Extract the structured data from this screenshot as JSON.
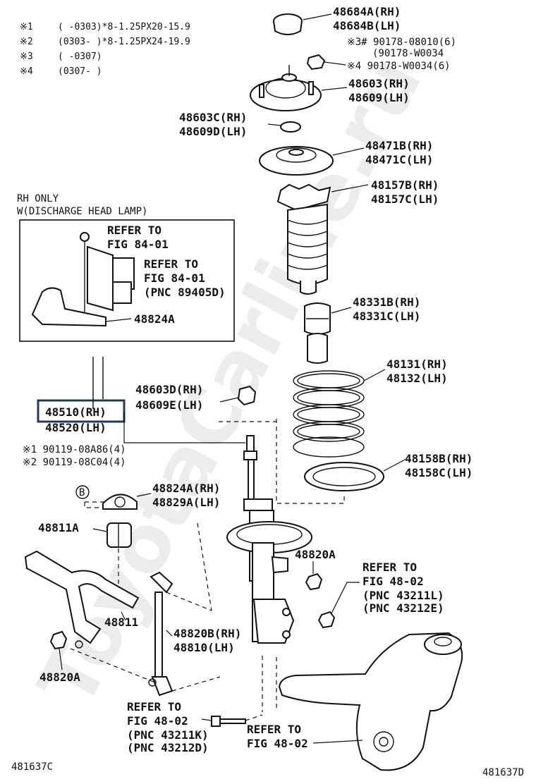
{
  "notes": [
    {
      "mark": "※1",
      "text": "(    -0303)*8-1.25PX20-15.9"
    },
    {
      "mark": "※2",
      "text": "(0303-    )*8-1.25PX24-19.9"
    },
    {
      "mark": "※3",
      "text": "(    -0307)"
    },
    {
      "mark": "※4",
      "text": "(0307-    )"
    }
  ],
  "inset": {
    "title1": "RH ONLY",
    "title2": "W(DISCHARGE HEAD LAMP)"
  },
  "parts": {
    "p48684A": "48684A(RH)",
    "p48684B": "48684B(LH)",
    "nut3a": "※3# 90178-08010(6)",
    "nut3b": "(90178-W0034",
    "nut4": "※4  90178-W0034(6)",
    "p48603": "48603(RH)",
    "p48609": "48609(LH)",
    "p48603C": "48603C(RH)",
    "p48609D": "48609D(LH)",
    "p48471B": "48471B(RH)",
    "p48471C": "48471C(LH)",
    "p48157B": "48157B(RH)",
    "p48157C": "48157C(LH)",
    "p48331B": "48331B(RH)",
    "p48331C": "48331C(LH)",
    "p48131": "48131(RH)",
    "p48132": "48132(LH)",
    "p48158B": "48158B(RH)",
    "p48158C": "48158C(LH)",
    "p48603D": "48603D(RH)",
    "p48609E": "48609E(LH)",
    "p48510": "48510(RH)",
    "p48520": "48520(LH)",
    "bolt1": "※1 90119-08A86(4)",
    "bolt2": "※2 90119-08C04(4)",
    "markB": "B",
    "p48824A_lbl": "48824A(RH)",
    "p48829A": "48829A(LH)",
    "p48811A": "48811A",
    "p48811": "48811",
    "p48820A_right": "48820A",
    "p48820A_left": "48820A",
    "p48820B": "48820B(RH)",
    "p48810": "48810(LH)",
    "p48824A_inset": "48824A"
  },
  "refs": {
    "inset_ref1": [
      "REFER TO",
      "FIG 84-01"
    ],
    "inset_ref2": [
      "REFER TO",
      "FIG 84-01",
      "(PNC 89405D)"
    ],
    "ref_knuckle": [
      "REFER TO",
      "FIG 48-02",
      "(PNC 43211L)",
      "(PNC 43212E)"
    ],
    "ref_bottom_left": [
      "REFER TO",
      "FIG 48-02",
      "(PNC 43211K)",
      "(PNC 43212D)"
    ],
    "ref_bottom_right": [
      "REFER TO",
      "FIG 48-02"
    ]
  },
  "footer": {
    "left": "481637C",
    "right": "481637D"
  },
  "watermark": "ToyotaCarline.ru",
  "highlight_color": "#1f3a5c"
}
